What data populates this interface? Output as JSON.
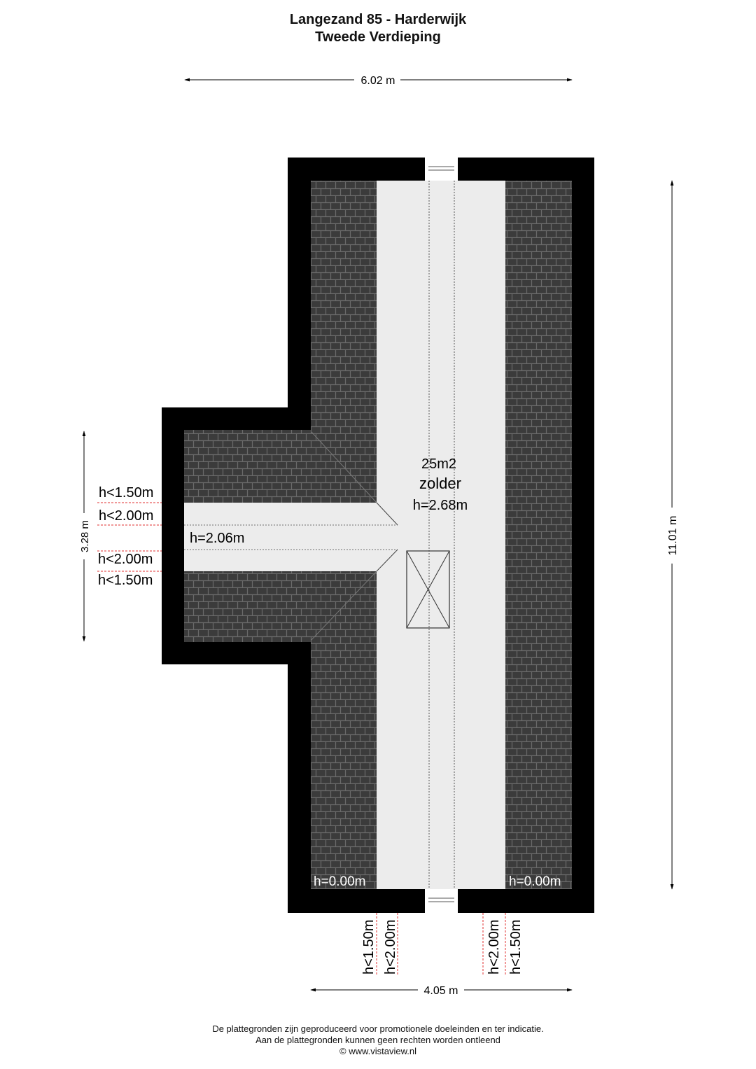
{
  "header": {
    "title": "Langezand 85 - Harderwijk",
    "subtitle": "Tweede Verdieping"
  },
  "dimensions": {
    "top_width": "6.02 m",
    "bottom_width": "4.05 m",
    "right_height": "11.01 m",
    "left_height": "3.28 m"
  },
  "room": {
    "area": "25m2",
    "name": "zolder",
    "height": "h=2.68m"
  },
  "dormer": {
    "height": "h=2.06m"
  },
  "height_marks": {
    "left_top_150": "h<1.50m",
    "left_top_200": "h<2.00m",
    "left_bottom_200": "h<2.00m",
    "left_bottom_150": "h<1.50m",
    "bottom_left_150": "h<1.50m",
    "bottom_left_200": "h<2.00m",
    "bottom_right_200": "h<2.00m",
    "bottom_right_150": "h<1.50m",
    "floor_left": "h=0.00m",
    "floor_right": "h=0.00m"
  },
  "colors": {
    "wall": "#000000",
    "roof_tiles": "#3b3b3b",
    "floor": "#ececec",
    "height_line": "#e03030"
  },
  "footer": {
    "line1": "De plattegronden zijn geproduceerd voor promotionele doeleinden en ter indicatie.",
    "line2": "Aan de plattegronden kunnen geen rechten worden ontleend",
    "line3": "© www.vistaview.nl"
  }
}
